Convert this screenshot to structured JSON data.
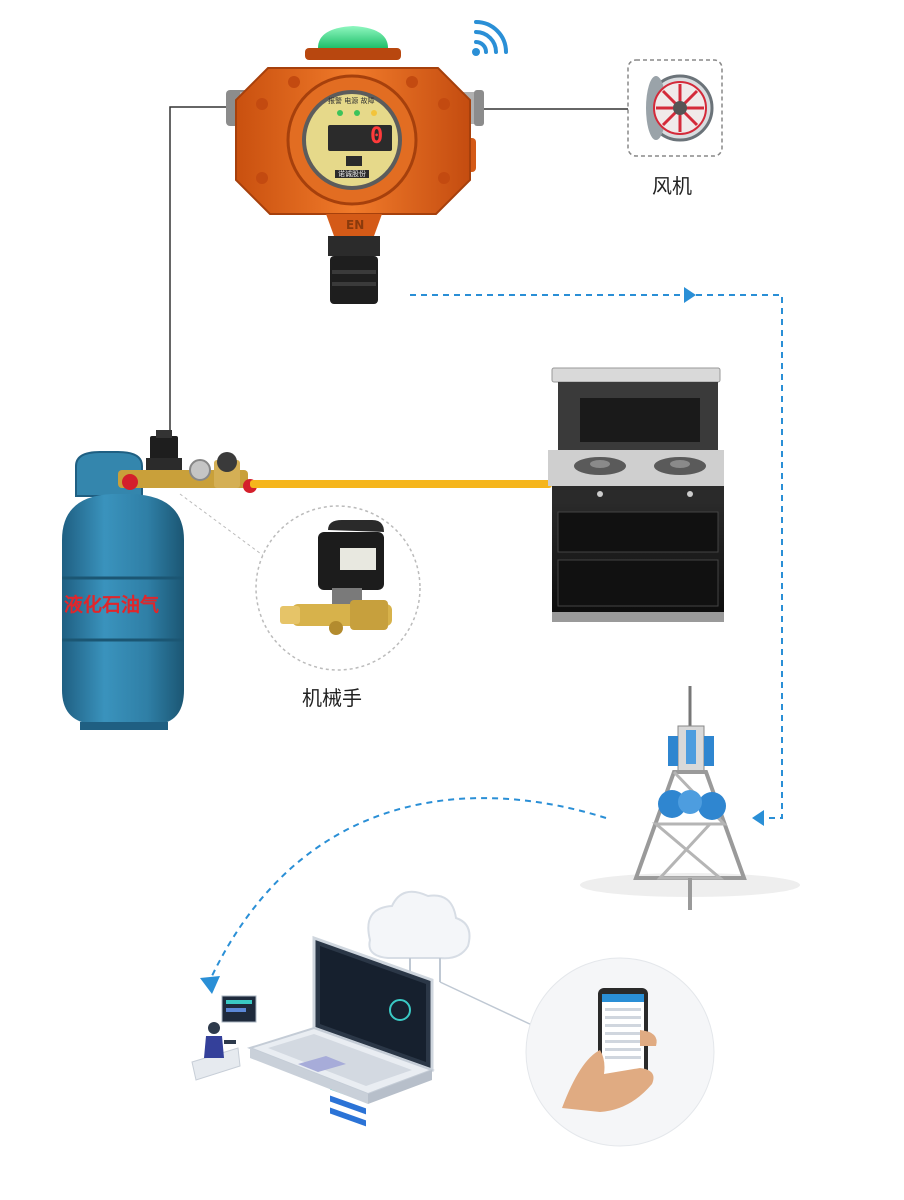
{
  "labels": {
    "fan": "风机",
    "manipulator": "机械手",
    "tank": "液化石油气"
  },
  "detector": {
    "display": "0",
    "panel_text": "报警 电源 故障",
    "brand_text": "诺诚股份",
    "mark": "EN"
  },
  "colors": {
    "detector_body": "#e8661c",
    "tank": "#2f7fa6",
    "gas_pipe": "#f5b51c",
    "signal_line": "#2a8fd6",
    "tank_label": "#e0262b",
    "wifi": "#2a8fd6",
    "led_green": "#3de38a"
  },
  "icons": [
    "wifi-icon",
    "fan-icon",
    "valve-icon",
    "tower-icon",
    "cloud-icon",
    "laptop-icon",
    "phone-icon",
    "operator-icon"
  ]
}
